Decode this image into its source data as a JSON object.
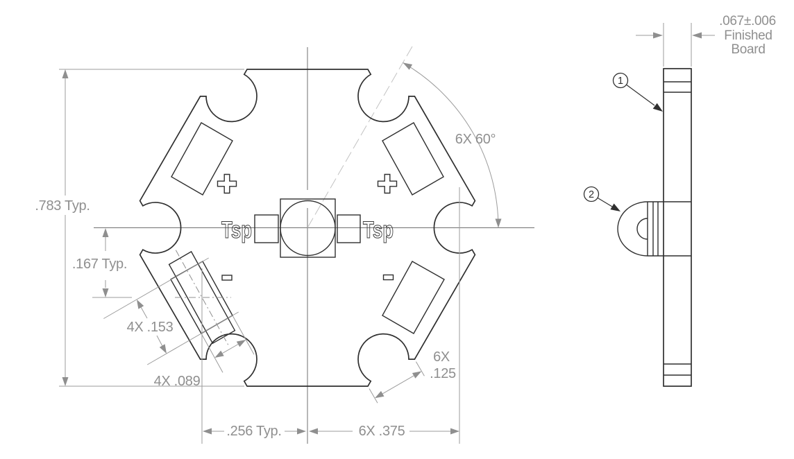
{
  "drawing": {
    "title": "star-led-board-dimensioned-drawing",
    "dimensions": {
      "overall_height": ".783 Typ.",
      "pad_offset": ".167 Typ.",
      "slot_length": "4X .153",
      "slot_width": "4X .089",
      "pad_pitch": ".256 Typ.",
      "notch_spacing": "6X .375",
      "notch_width_line1": "6X",
      "notch_width_line2": ".125",
      "notch_angle": "6X 60°",
      "thickness_value": ".067±.006",
      "thickness_note_line1": "Finished",
      "thickness_note_line2": "Board"
    },
    "labels": {
      "thermal_pad_left": "Tsp",
      "thermal_pad_right": "Tsp",
      "polarity_positive": "+",
      "polarity_negative": "−"
    },
    "callouts": {
      "board": "1",
      "led": "2"
    },
    "colors": {
      "line": "#2f2f2f",
      "dimension": "#8f8f8f",
      "centerline": "#c2c2c2"
    }
  }
}
